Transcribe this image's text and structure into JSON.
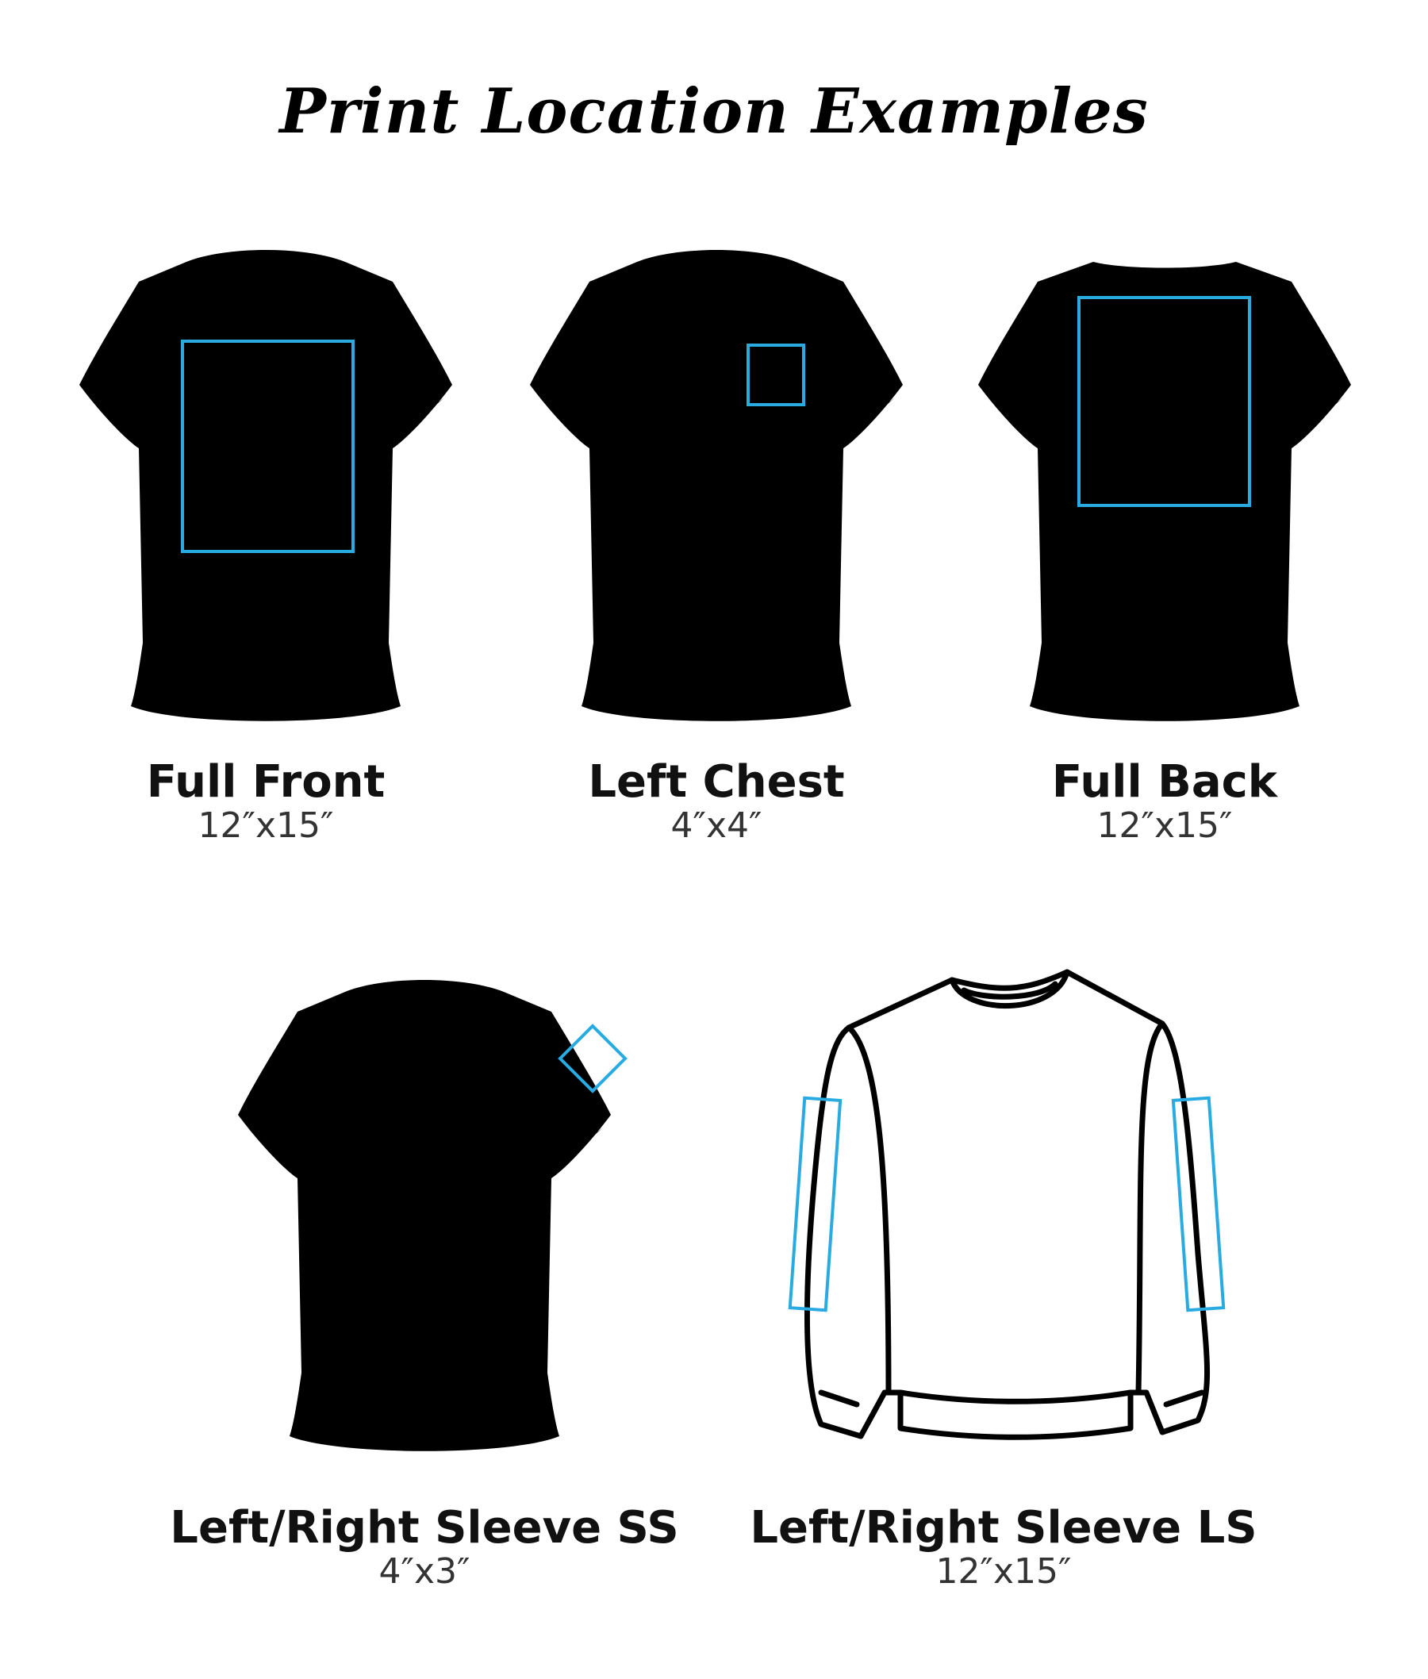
{
  "title": "Print Location Examples",
  "colors": {
    "print_area": "#29abe2",
    "outline": "#000000"
  },
  "locations": [
    {
      "name": "Full Front",
      "size": "12″x15″"
    },
    {
      "name": "Left Chest",
      "size": "4″x4″"
    },
    {
      "name": "Full Back",
      "size": "12″x15″"
    },
    {
      "name": "Left/Right Sleeve SS",
      "size": "4″x3″"
    },
    {
      "name": "Left/Right Sleeve LS",
      "size": "12″x15″"
    }
  ]
}
